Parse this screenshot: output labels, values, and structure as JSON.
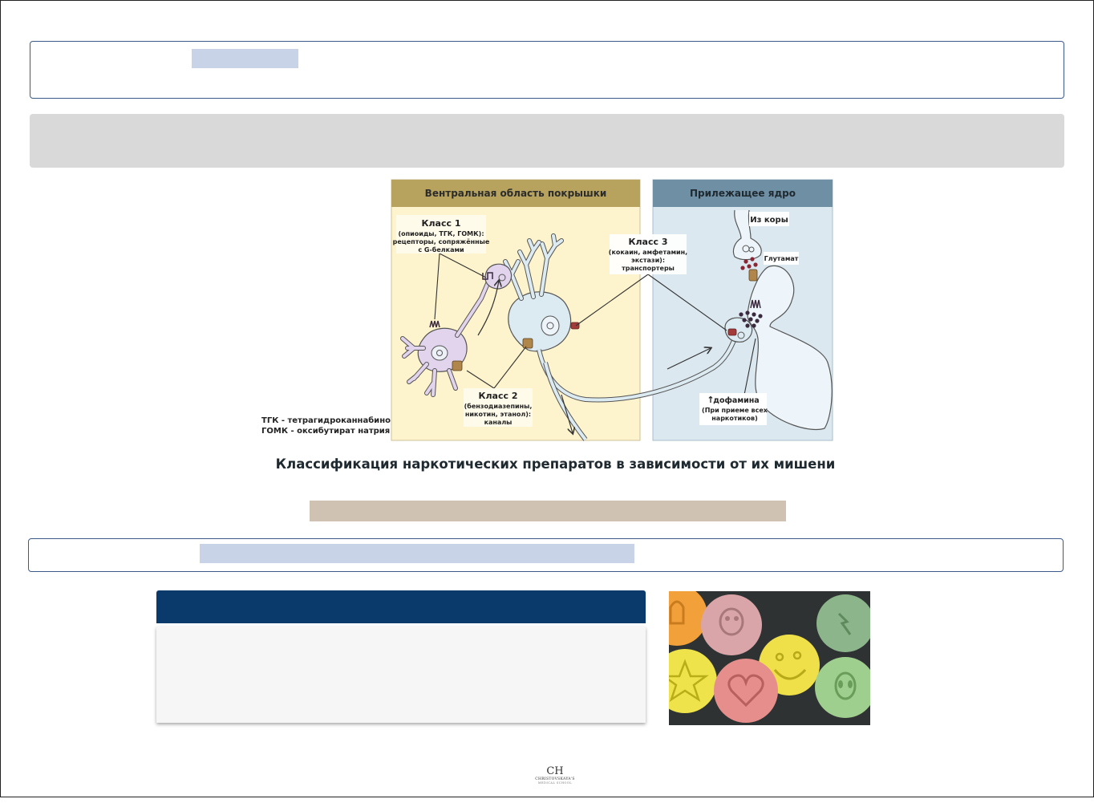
{
  "figure": {
    "legend_note": [
      "ТГК - тетрагидроканнабинол",
      "ГОМК - оксибутират натрия"
    ],
    "panel_left_title": "Вентральная область покрышки",
    "panel_right_title": "Прилежащее ядро",
    "class1": {
      "title": "Класс 1",
      "lines": [
        "(опиоиды, ТГК, ГОМК):",
        "рецепторы, сопряжённые",
        "с G-белками"
      ]
    },
    "class2": {
      "title": "Класс 2",
      "lines": [
        "(бензодиазепины,",
        "никотин, этанол):",
        "каналы"
      ]
    },
    "class3": {
      "title": "Класс 3",
      "lines": [
        "(кокаин, амфетамин,",
        "экстази):",
        "транспортеры"
      ]
    },
    "from_cortex": "Из коры",
    "glutamate": "Глутамат",
    "dopamine": {
      "arrow": "↑",
      "lines": [
        "дофамина",
        "(При приеме всех",
        "наркотиков)"
      ]
    },
    "colors": {
      "left_panel_bg": "#fdf3cc",
      "left_panel_header": "#b7a35e",
      "right_panel_bg": "#dbe8f0",
      "right_panel_header": "#6f8fa5"
    }
  },
  "caption": "Классификация наркотических препаратов в зависимости от их мишени",
  "logo": {
    "monogram": "CH",
    "line1": "CHRISTOVSKAYA'S",
    "line2": "MEDICAL SCHOOL"
  },
  "icons": {
    "photo": "ecstasy-pills-photo"
  }
}
